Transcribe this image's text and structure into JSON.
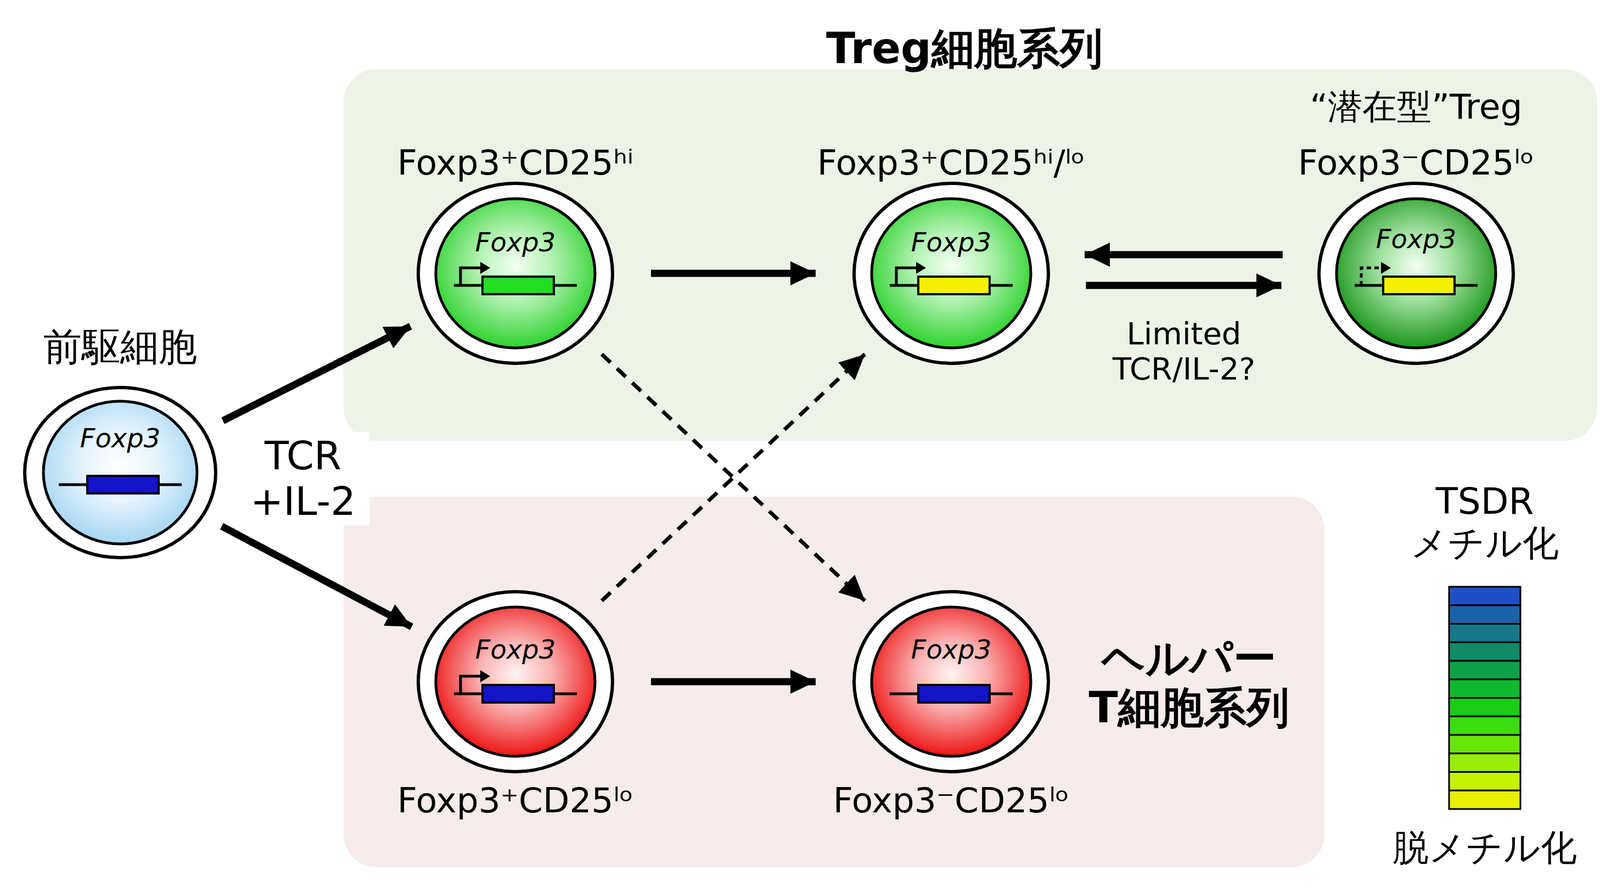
{
  "diagram": {
    "nodes": [
      {
        "text": [
          "前駆細胞",
          "Foxp3"
        ]
      },
      {
        "text": [
          "Treg細胞系列"
        ]
      },
      {
        "text": [
          "Foxp3⁺CD25ʰⁱ",
          "Foxp3"
        ],
        "in": 1
      },
      {
        "text": [
          "Foxp3⁺CD25ʰⁱ/ˡᵒ",
          "Foxp3"
        ],
        "in": 1
      },
      {
        "text": [
          "“潜在型”Treg",
          "Foxp3⁻CD25ˡᵒ",
          "Foxp3"
        ],
        "in": 1
      },
      {
        "text": [
          "ヘルパー T細胞系列"
        ]
      },
      {
        "text": [
          "Foxp3",
          "Foxp3⁺CD25ˡᵒ"
        ],
        "in": 5
      },
      {
        "text": [
          "Foxp3",
          "Foxp3⁻CD25ˡᵒ"
        ],
        "in": 5
      }
    ],
    "edges": [
      {
        "from": 0,
        "to": 2,
        "arrow": "to"
      },
      {
        "from": 0,
        "to": 6,
        "arrow": "to"
      },
      {
        "from": 2,
        "to": 3,
        "arrow": "to"
      },
      {
        "from": 4,
        "to": 3,
        "arrow": "to"
      },
      {
        "from": 3,
        "to": 4,
        "arrow": "to",
        "label": "Limited TCR/IL-2?"
      },
      {
        "from": 6,
        "to": 7,
        "arrow": "to"
      },
      {
        "from": 2,
        "to": 7,
        "arrow": "to"
      },
      {
        "from": 6,
        "to": 3,
        "arrow": "to"
      }
    ],
    "labels": [
      "TCR +IL-2"
    ],
    "legend": [
      {
        "text": "TSDR メチル化",
        "color": "#1f4fc4"
      },
      {
        "text": "脱メチル化",
        "color": "#e8f000"
      }
    ]
  }
}
